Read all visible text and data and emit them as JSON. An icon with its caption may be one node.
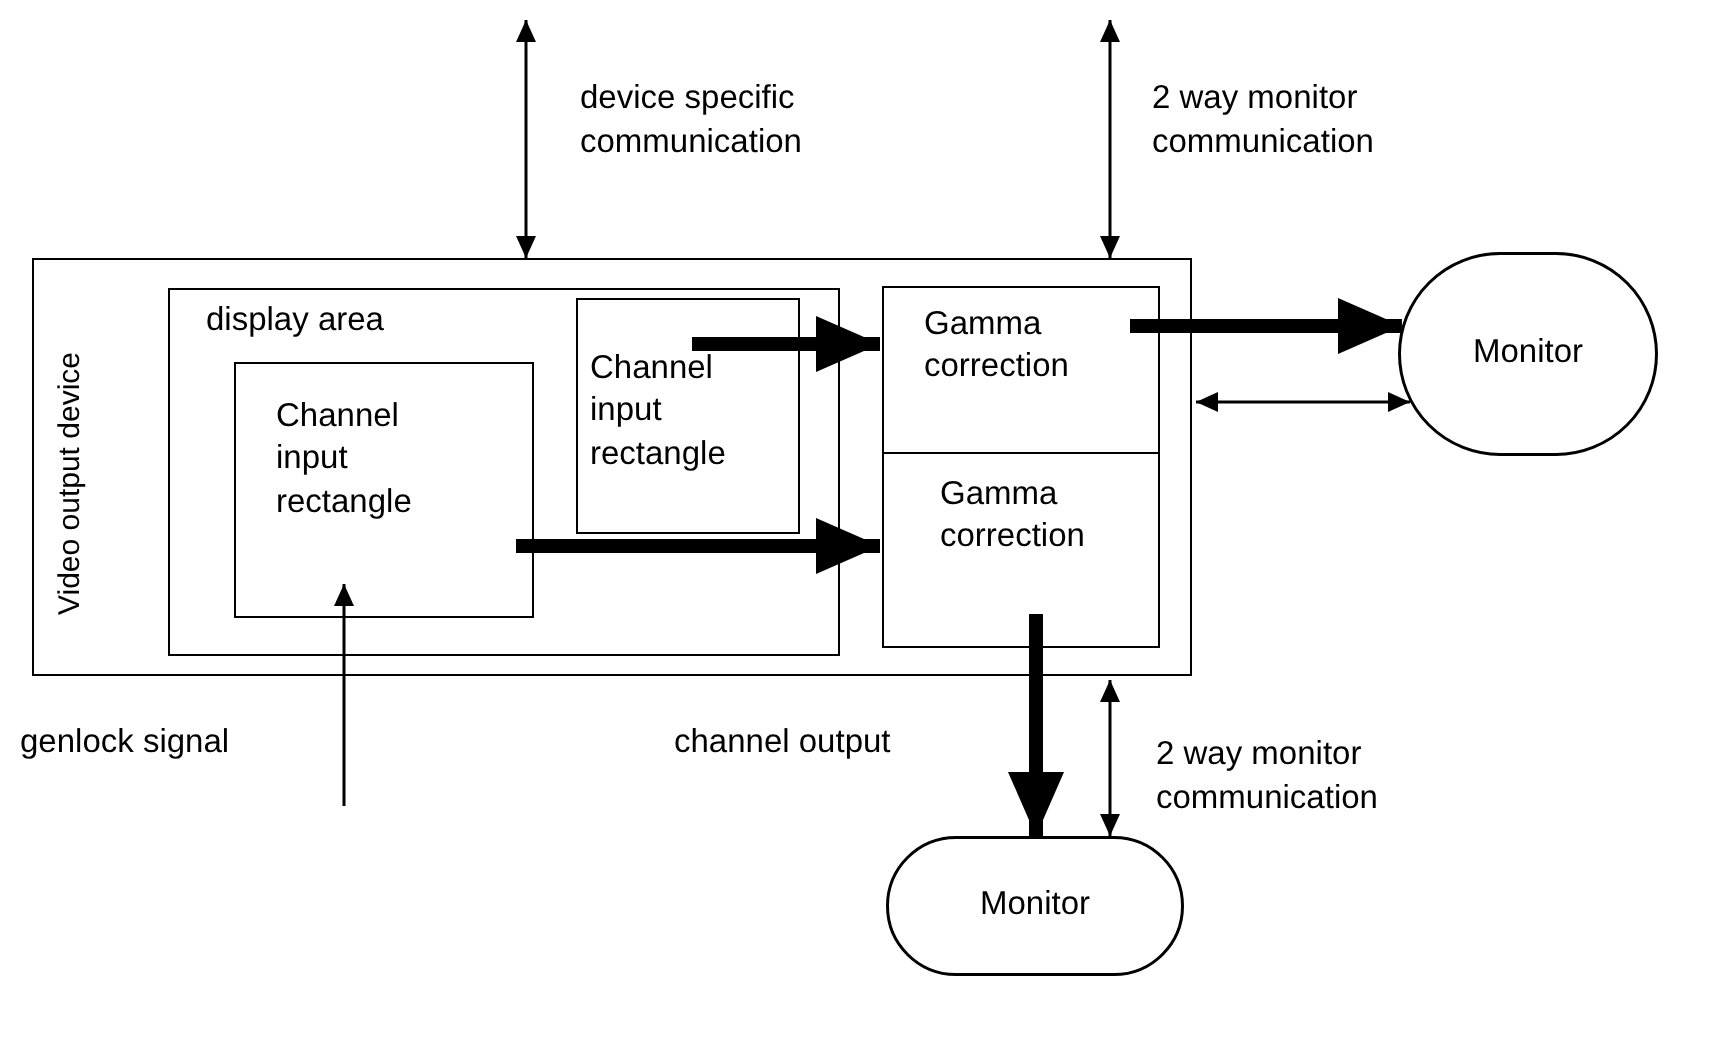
{
  "diagram": {
    "nodes": [
      {
        "text": [
          "Video output device"
        ]
      },
      {
        "text": [
          "display area"
        ],
        "in": 0
      },
      {
        "text": [
          "Channel input rectangle"
        ],
        "in": 1
      },
      {
        "text": [
          "Channel input rectangle"
        ],
        "in": 1
      },
      {
        "text": [
          "Gamma correction"
        ],
        "in": 0
      },
      {
        "text": [
          "Gamma correction"
        ],
        "in": 0
      },
      {
        "text": [
          "Monitor"
        ]
      },
      {
        "text": [
          "Monitor"
        ]
      }
    ],
    "edges": [
      {
        "from": null,
        "to": 0,
        "arrow": "both",
        "label": "device specific communication"
      },
      {
        "from": null,
        "to": 0,
        "arrow": "both",
        "label": "2 way monitor communication"
      },
      {
        "from": 3,
        "to": 4,
        "arrow": "to",
        "style": "thick"
      },
      {
        "from": 2,
        "to": 5,
        "arrow": "to",
        "style": "thick"
      },
      {
        "from": 4,
        "to": 6,
        "arrow": "to",
        "style": "thick"
      },
      {
        "from": 0,
        "to": 6,
        "arrow": "both"
      },
      {
        "from": 5,
        "to": 7,
        "arrow": "to",
        "style": "thick",
        "label": "channel output"
      },
      {
        "from": 0,
        "to": 7,
        "arrow": "both",
        "label": "2 way monitor communication"
      },
      {
        "from": null,
        "to": 2,
        "arrow": "to",
        "label": "genlock signal"
      }
    ]
  }
}
